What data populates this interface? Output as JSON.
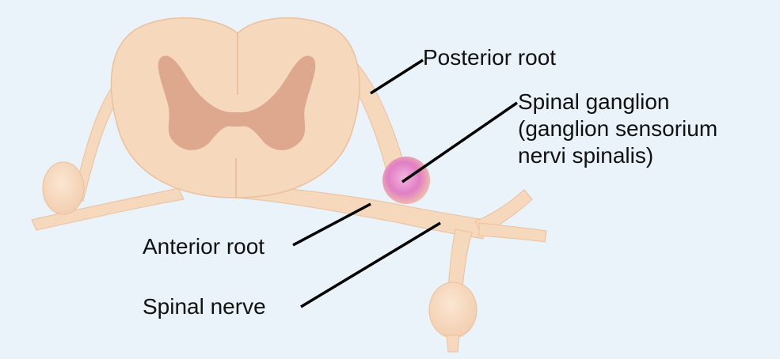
{
  "diagram": {
    "labels": {
      "posterior_root": "Posterior root",
      "spinal_ganglion": {
        "line1": "Spinal ganglion",
        "line2": "(ganglion sensorium",
        "line3": "nervi spinalis)"
      },
      "anterior_root": "Anterior root",
      "spinal_nerve": "Spinal nerve"
    },
    "colors": {
      "background": "#e9f3f9",
      "tissue": "#f6d8bd",
      "tissue_outline": "#ebc09c",
      "gray_matter": "#dea88f",
      "ganglion": "#e07fc4",
      "leader_line": "#000000",
      "text": "#111111"
    }
  }
}
